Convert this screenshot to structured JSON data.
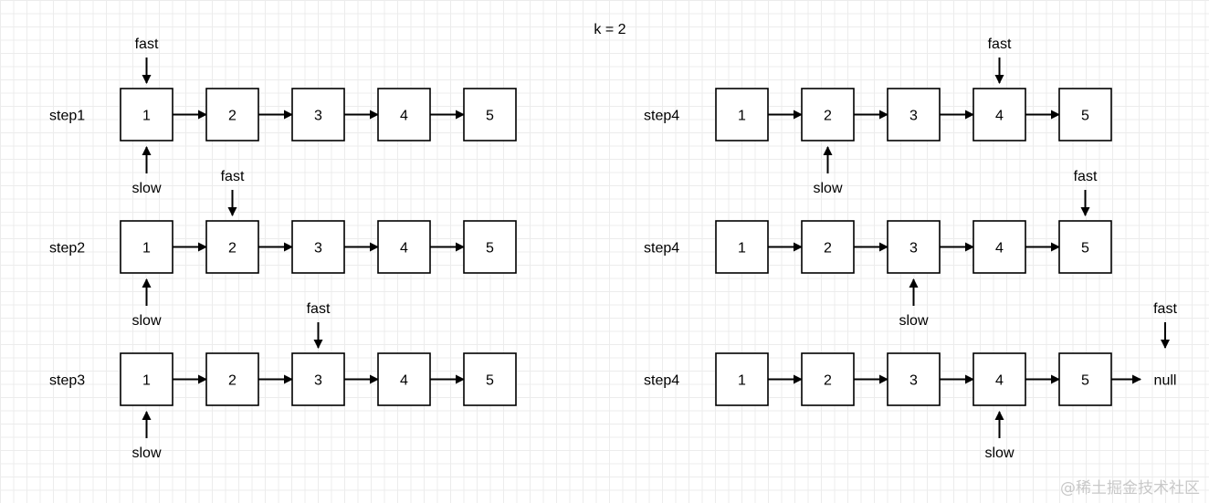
{
  "title": "k = 2",
  "watermark": "@稀土掘金技术社区",
  "pointer_labels": {
    "fast": "fast",
    "slow": "slow"
  },
  "null_label": "null",
  "steps": [
    {
      "label": "step1",
      "nodes": [
        "1",
        "2",
        "3",
        "4",
        "5"
      ],
      "fast_node": 1,
      "slow_node": 1,
      "fast_at_null": false
    },
    {
      "label": "step2",
      "nodes": [
        "1",
        "2",
        "3",
        "4",
        "5"
      ],
      "fast_node": 2,
      "slow_node": 1,
      "fast_at_null": false
    },
    {
      "label": "step3",
      "nodes": [
        "1",
        "2",
        "3",
        "4",
        "5"
      ],
      "fast_node": 3,
      "slow_node": 1,
      "fast_at_null": false
    },
    {
      "label": "step4",
      "nodes": [
        "1",
        "2",
        "3",
        "4",
        "5"
      ],
      "fast_node": 4,
      "slow_node": 2,
      "fast_at_null": false
    },
    {
      "label": "step4",
      "nodes": [
        "1",
        "2",
        "3",
        "4",
        "5"
      ],
      "fast_node": 5,
      "slow_node": 3,
      "fast_at_null": false
    },
    {
      "label": "step4",
      "nodes": [
        "1",
        "2",
        "3",
        "4",
        "5"
      ],
      "fast_node": null,
      "slow_node": 4,
      "fast_at_null": true
    }
  ]
}
